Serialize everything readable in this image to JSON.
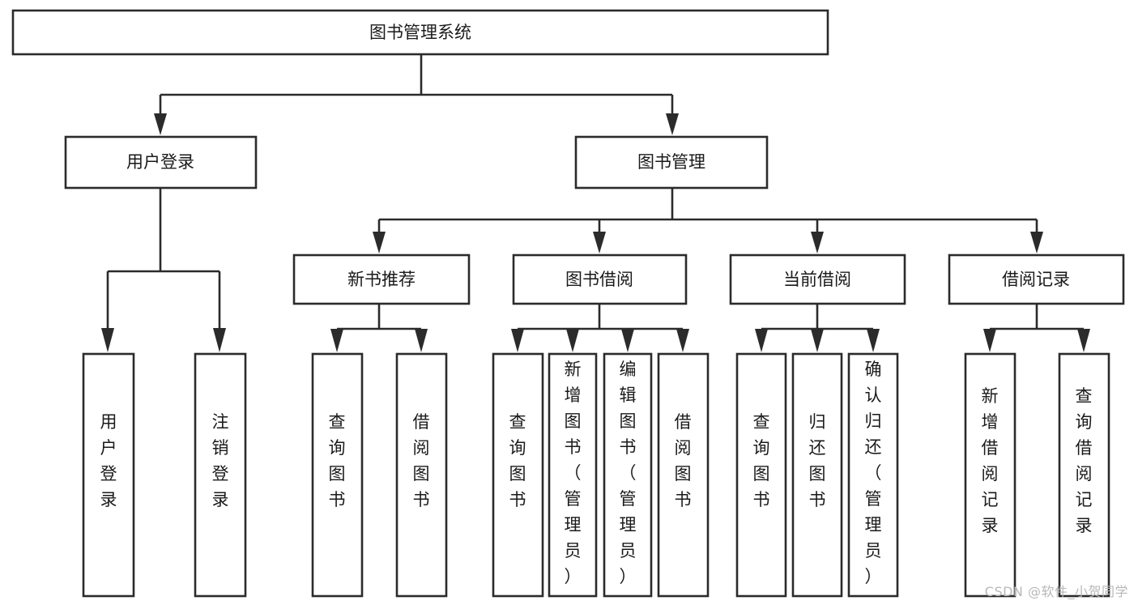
{
  "diagram": {
    "title": "图书管理系统",
    "type": "tree",
    "watermark": "CSDN @软件_小贺同学",
    "colors": {
      "stroke": "#2b2b2b",
      "fill": "#ffffff",
      "text": "#1a1a1a",
      "watermark": "#b8b8b8"
    },
    "levels": {
      "root": {
        "label": "图书管理系统"
      },
      "level2": [
        {
          "label": "用户登录"
        },
        {
          "label": "图书管理"
        }
      ],
      "level3": [
        {
          "label": "新书推荐"
        },
        {
          "label": "图书借阅"
        },
        {
          "label": "当前借阅"
        },
        {
          "label": "借阅记录"
        }
      ],
      "leaves": [
        {
          "label": "用户登录",
          "parent": "用户登录"
        },
        {
          "label": "注销登录",
          "parent": "用户登录"
        },
        {
          "label": "查询图书",
          "parent": "新书推荐"
        },
        {
          "label": "借阅图书",
          "parent": "新书推荐"
        },
        {
          "label": "查询图书",
          "parent": "图书借阅"
        },
        {
          "label": "新增图书（管理员）",
          "parent": "图书借阅"
        },
        {
          "label": "编辑图书（管理员）",
          "parent": "图书借阅"
        },
        {
          "label": "借阅图书",
          "parent": "图书借阅"
        },
        {
          "label": "查询图书",
          "parent": "当前借阅"
        },
        {
          "label": "归还图书",
          "parent": "当前借阅"
        },
        {
          "label": "确认归还（管理员）",
          "parent": "当前借阅"
        },
        {
          "label": "新增借阅记录",
          "parent": "借阅记录"
        },
        {
          "label": "查询借阅记录",
          "parent": "借阅记录"
        }
      ]
    }
  }
}
